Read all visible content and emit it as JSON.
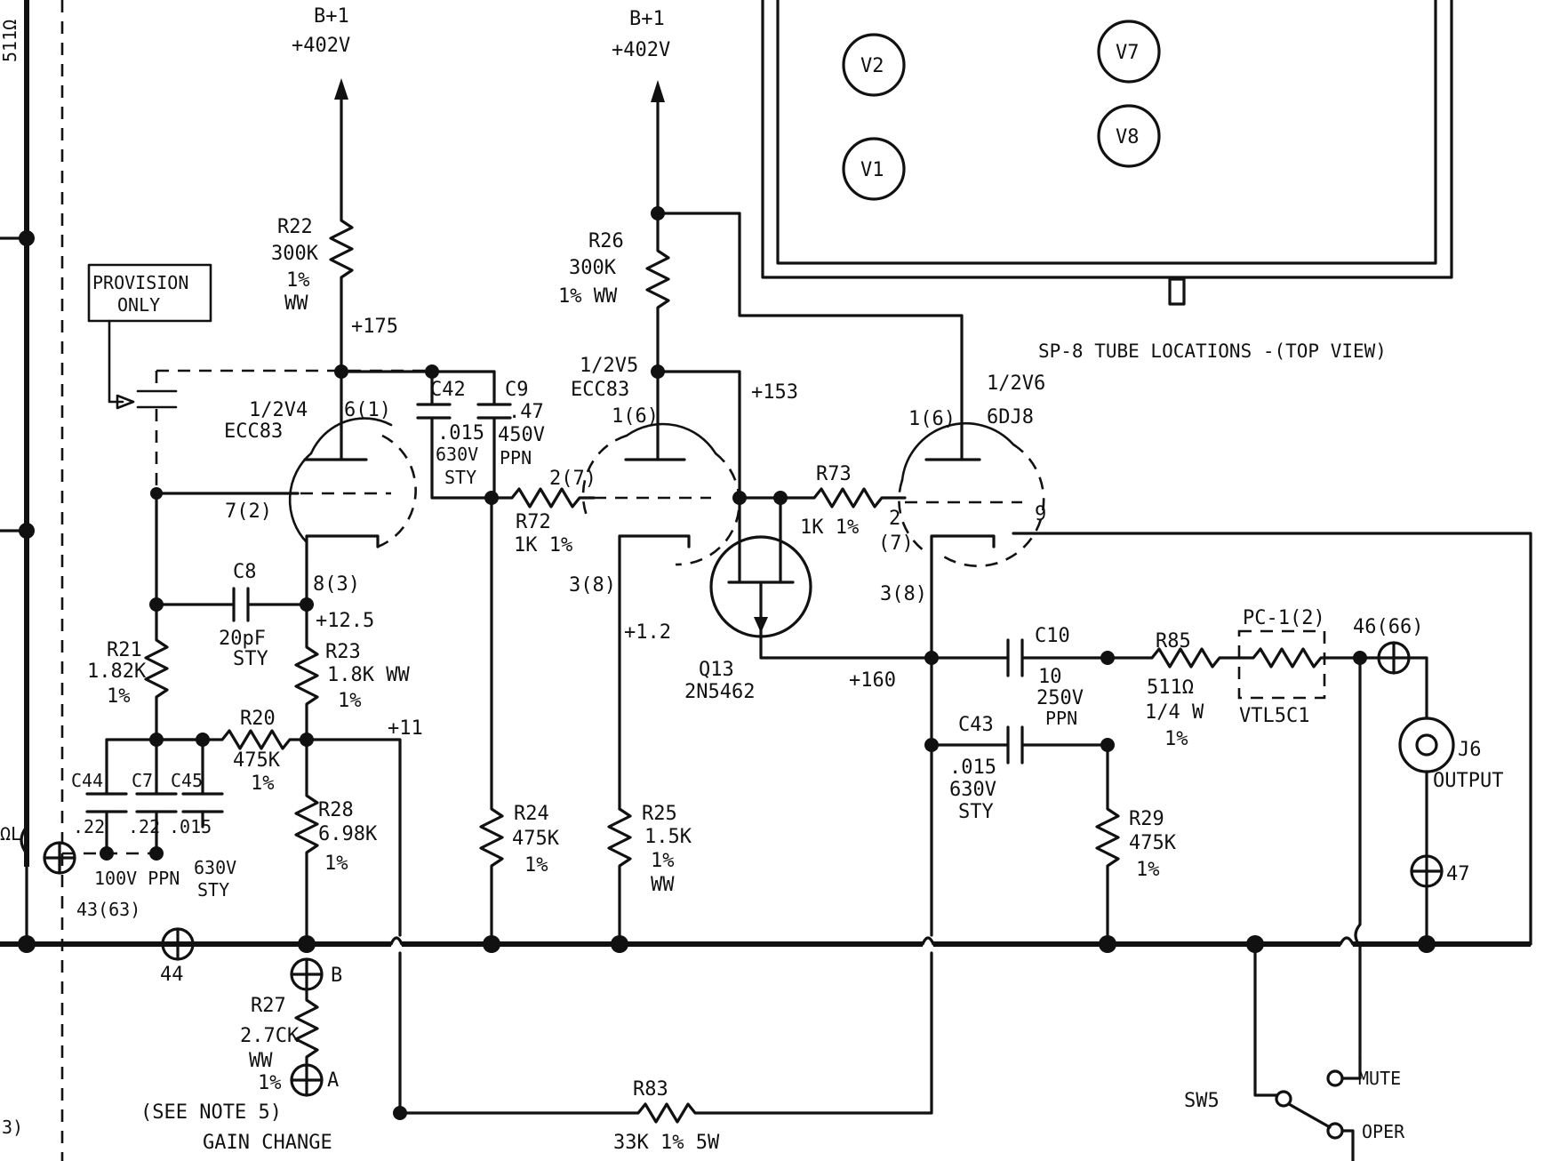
{
  "supply": {
    "left_label": "B+1",
    "left_voltage": "+402V",
    "right_label": "B+1",
    "right_voltage": "+402V"
  },
  "tube_location_panel": {
    "caption": "SP-8 TUBE LOCATIONS -(TOP VIEW)",
    "tubes": [
      "V2",
      "V7",
      "V1",
      "V8"
    ]
  },
  "provision_box": {
    "line1": "PROVISION",
    "line2": "ONLY"
  },
  "v4": {
    "name": "1/2V4",
    "type": "ECC83",
    "plate_pin": "6(1)",
    "grid_pin": "7(2)",
    "cathode_pin": "8(3)"
  },
  "v5": {
    "name": "1/2V5",
    "type": "ECC83",
    "plate_pin": "1(6)",
    "grid_pin": "2(7)",
    "cathode_pin": "3(8)"
  },
  "v6": {
    "name": "1/2V6",
    "type": "6DJ8",
    "plate_pin": "1(6)",
    "grid_pin_a": "2",
    "grid_pin_b": "(7)",
    "cathode_pin": "3(8)",
    "heater_pin": "9"
  },
  "q13": {
    "name": "Q13",
    "type": "2N5462"
  },
  "resistors": {
    "r22": {
      "name": "R22",
      "value": "300K",
      "tol": "1%",
      "type": "WW"
    },
    "r26": {
      "name": "R26",
      "value": "300K",
      "spec": "1% WW"
    },
    "r21": {
      "name": "R21",
      "value": "1.82K",
      "tol": "1%"
    },
    "r23": {
      "name": "R23",
      "value": "1.8K WW",
      "tol": "1%"
    },
    "r20": {
      "name": "R20",
      "value": "475K",
      "tol": "1%"
    },
    "r28": {
      "name": "R28",
      "value": "6.98K",
      "tol": "1%"
    },
    "r24": {
      "name": "R24",
      "value": "475K",
      "tol": "1%"
    },
    "r25": {
      "name": "R25",
      "value": "1.5K",
      "tol": "1%",
      "type": "WW"
    },
    "r72": {
      "name": "R72",
      "value": "1K 1%"
    },
    "r73": {
      "name": "R73",
      "value": "1K 1%"
    },
    "r85": {
      "name": "R85",
      "value": "511Ω",
      "power": "1/4 W",
      "tol": "1%"
    },
    "r29": {
      "name": "R29",
      "value": "475K",
      "tol": "1%"
    },
    "r27": {
      "name": "R27",
      "value": "2.7CK",
      "type": "WW",
      "tol": "1%"
    },
    "r83": {
      "name": "R83",
      "value": "33K 1% 5W"
    }
  },
  "capacitors": {
    "c42": {
      "name": "C42",
      "value": ".015",
      "voltage": "630V",
      "type": "STY"
    },
    "c9": {
      "name": "C9",
      "value": ".47",
      "voltage": "450V",
      "type": "PPN"
    },
    "c8": {
      "name": "C8",
      "value": "20pF",
      "type": "STY"
    },
    "c44": {
      "name": "C44",
      "value": ".22"
    },
    "c7": {
      "name": "C7",
      "value": ".22"
    },
    "c45": {
      "name": "C45",
      "value": ".015"
    },
    "c44_c7_spec": "100V PPN",
    "c45_spec_v": "630V",
    "c45_spec_t": "STY",
    "c10": {
      "name": "C10",
      "value": "10",
      "voltage": "250V",
      "type": "PPN"
    },
    "c43": {
      "name": "C43",
      "value": ".015",
      "voltage": "630V",
      "type": "STY"
    }
  },
  "nodes": {
    "v4_plate": "+175",
    "v4_cathode": "+12.5",
    "r20_node": "+11",
    "v5_plate": "+153",
    "v5_cathode": "+1.2",
    "v6_cathode": "+160"
  },
  "terminals": {
    "t43": "43(63)",
    "t44": "44",
    "tB": "B",
    "tA": "A",
    "t46": "46(66)",
    "t47": "47"
  },
  "pc1": {
    "name": "PC-1(2)",
    "type": "VTL5C1"
  },
  "output": {
    "name": "J6",
    "label": "OUTPUT"
  },
  "sw5": {
    "name": "SW5",
    "mute": "MUTE",
    "oper": "OPER"
  },
  "notes": {
    "see_note": "(SEE NOTE 5)",
    "gain_change": "GAIN CHANGE",
    "left_edge_value": "511Ω",
    "left_edge_suffix": "ΩL",
    "left_edge_ref": "3)"
  }
}
